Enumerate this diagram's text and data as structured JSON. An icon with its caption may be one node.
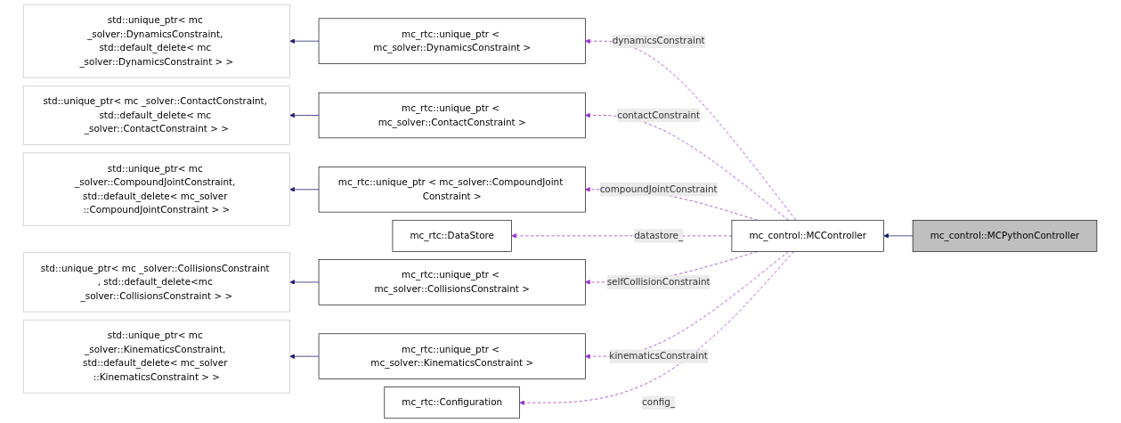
{
  "diagram": {
    "nodes": [
      {
        "text": [
          "std::unique_ptr< mc _solver::DynamicsConstraint, std::default_delete< mc _solver::DynamicsConstraint > >"
        ]
      },
      {
        "text": [
          "mc_rtc::unique_ptr < mc_solver::DynamicsConstraint >"
        ]
      },
      {
        "text": [
          "std::unique_ptr< mc _solver::ContactConstraint, std::default_delete< mc _solver::ContactConstraint > >"
        ]
      },
      {
        "text": [
          "mc_rtc::unique_ptr < mc_solver::ContactConstraint >"
        ]
      },
      {
        "text": [
          "std::unique_ptr< mc _solver::CompoundJointConstraint, std::default_delete< mc_solver ::CompoundJointConstraint > >"
        ]
      },
      {
        "text": [
          "mc_rtc::unique_ptr < mc_solver::CompoundJoint Constraint >"
        ]
      },
      {
        "text": [
          "mc_rtc::DataStore"
        ]
      },
      {
        "text": [
          "std::unique_ptr< mc _solver::CollisionsConstraint , std::default_delete<mc _solver::CollisionsConstraint > >"
        ]
      },
      {
        "text": [
          "mc_rtc::unique_ptr < mc_solver::CollisionsConstraint >"
        ]
      },
      {
        "text": [
          "std::unique_ptr< mc _solver::KinematicsConstraint, std::default_delete< mc_solver ::KinematicsConstraint > >"
        ]
      },
      {
        "text": [
          "mc_rtc::unique_ptr < mc_solver::KinematicsConstraint >"
        ]
      },
      {
        "text": [
          "mc_rtc::Configuration"
        ]
      },
      {
        "text": [
          "mc_control::MCController"
        ]
      },
      {
        "text": [
          "mc_control::MCPythonController"
        ]
      }
    ],
    "edges": [
      {
        "from": 1,
        "to": 0,
        "arrow": "to",
        "color": "#191970"
      },
      {
        "from": 3,
        "to": 2,
        "arrow": "to",
        "color": "#191970"
      },
      {
        "from": 5,
        "to": 4,
        "arrow": "to",
        "color": "#191970"
      },
      {
        "from": 8,
        "to": 7,
        "arrow": "to",
        "color": "#191970"
      },
      {
        "from": 10,
        "to": 9,
        "arrow": "to",
        "color": "#191970"
      },
      {
        "from": 12,
        "to": 1,
        "arrow": "to",
        "label": "dynamicsConstraint",
        "style": "dashed"
      },
      {
        "from": 12,
        "to": 3,
        "arrow": "to",
        "label": "contactConstraint",
        "style": "dashed"
      },
      {
        "from": 12,
        "to": 5,
        "arrow": "to",
        "label": "compoundJointConstraint",
        "style": "dashed"
      },
      {
        "from": 12,
        "to": 6,
        "arrow": "to",
        "label": "datastore_",
        "style": "dashed"
      },
      {
        "from": 12,
        "to": 8,
        "arrow": "to",
        "label": "selfCollisionConstraint",
        "style": "dashed"
      },
      {
        "from": 12,
        "to": 10,
        "arrow": "to",
        "label": "kinematicsConstraint",
        "style": "dashed"
      },
      {
        "from": 12,
        "to": 11,
        "arrow": "to",
        "label": "config_",
        "style": "dashed"
      },
      {
        "from": 13,
        "to": 12,
        "arrow": "to",
        "color": "#191970"
      }
    ]
  }
}
